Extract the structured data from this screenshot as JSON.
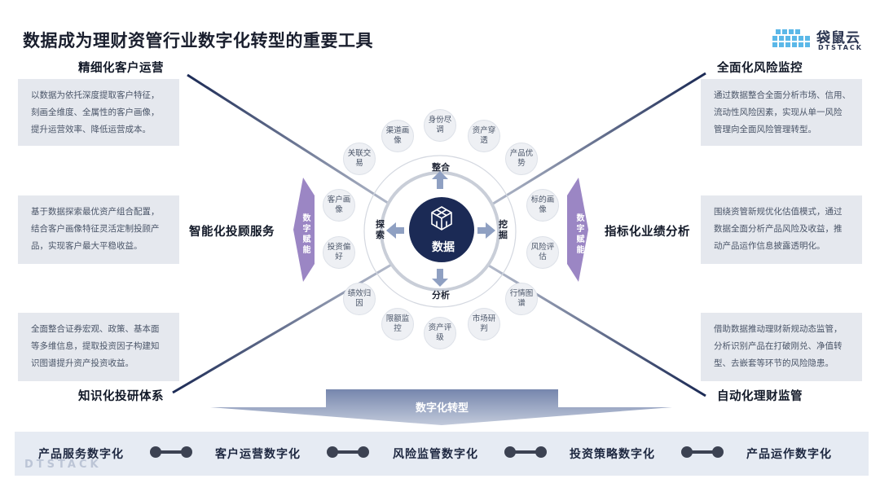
{
  "title": "数据成为理财资管行业数字化转型的重要工具",
  "logo": {
    "name_cn": "袋鼠云",
    "name_en": "DTSTACK"
  },
  "corners": {
    "top_left": {
      "heading": "精细化客户运营",
      "lines": [
        "以数据为依托深度提取客户特征，",
        "刻画全维度、全属性的客户画像，",
        "提升运营效率、降低运营成本。"
      ]
    },
    "top_right": {
      "heading": "全面化风险监控",
      "lines": [
        "通过数据整合全面分析市场、信用、",
        "流动性风险因素，实现从单一风险",
        "管理向全面风险管理转型。"
      ]
    },
    "bottom_left": {
      "heading": "知识化投研体系",
      "lines": [
        "全面整合证券宏观、政策、基本面",
        "等多维信息，提取投资因子构建知",
        "识图谱提升资产投资收益。"
      ]
    },
    "bottom_right": {
      "heading": "自动化理财监管",
      "lines": [
        "借助数据推动理财新规动态监管，",
        "分析识别产品在打破刚兑、净值转",
        "型、去嵌套等环节的风险隐患。"
      ]
    }
  },
  "sides": {
    "left": {
      "heading": "智能化投顾服务",
      "tag": "数字赋能",
      "lines": [
        "基于数据探索最优资产组合配置，",
        "结合客户画像特征灵活定制投顾产",
        "品，实现客户最大平稳收益。"
      ]
    },
    "right": {
      "heading": "指标化业绩分析",
      "tag": "数字赋能",
      "lines": [
        "围绕资管新规优化估值模式，通过",
        "数据全面分析产品风险及收益，推",
        "动产品运作信息披露透明化。"
      ]
    }
  },
  "center": {
    "label": "数据"
  },
  "ring_labels": {
    "top": "整合",
    "left": "探索",
    "right": "挖掘",
    "bottom": "分析"
  },
  "nodes": [
    {
      "label": "身份尽调"
    },
    {
      "label": "资产穿透"
    },
    {
      "label": "产品优势"
    },
    {
      "label": "标的画像"
    },
    {
      "label": "风险评估"
    },
    {
      "label": "行情图谱"
    },
    {
      "label": "市场研判"
    },
    {
      "label": "资产评级"
    },
    {
      "label": "限额监控"
    },
    {
      "label": "绩效归因"
    },
    {
      "label": "投资偏好"
    },
    {
      "label": "客户画像"
    },
    {
      "label": "关联交易"
    },
    {
      "label": "渠道画像"
    }
  ],
  "banner": {
    "label": "数字化转型"
  },
  "bottom_items": [
    {
      "label": "产品服务数字化"
    },
    {
      "label": "客户运营数字化"
    },
    {
      "label": "风险监管数字化"
    },
    {
      "label": "投资策略数字化"
    },
    {
      "label": "产品运作数字化"
    }
  ],
  "watermark": "DTSTACK",
  "colors": {
    "navy": "#1b2a55",
    "purple": "#9b86c4",
    "node_bg": "#eef0f4",
    "desc_bg": "#e5e8ee",
    "bottom_bar": "#e6ebf3",
    "banner": "#7f90b8"
  }
}
